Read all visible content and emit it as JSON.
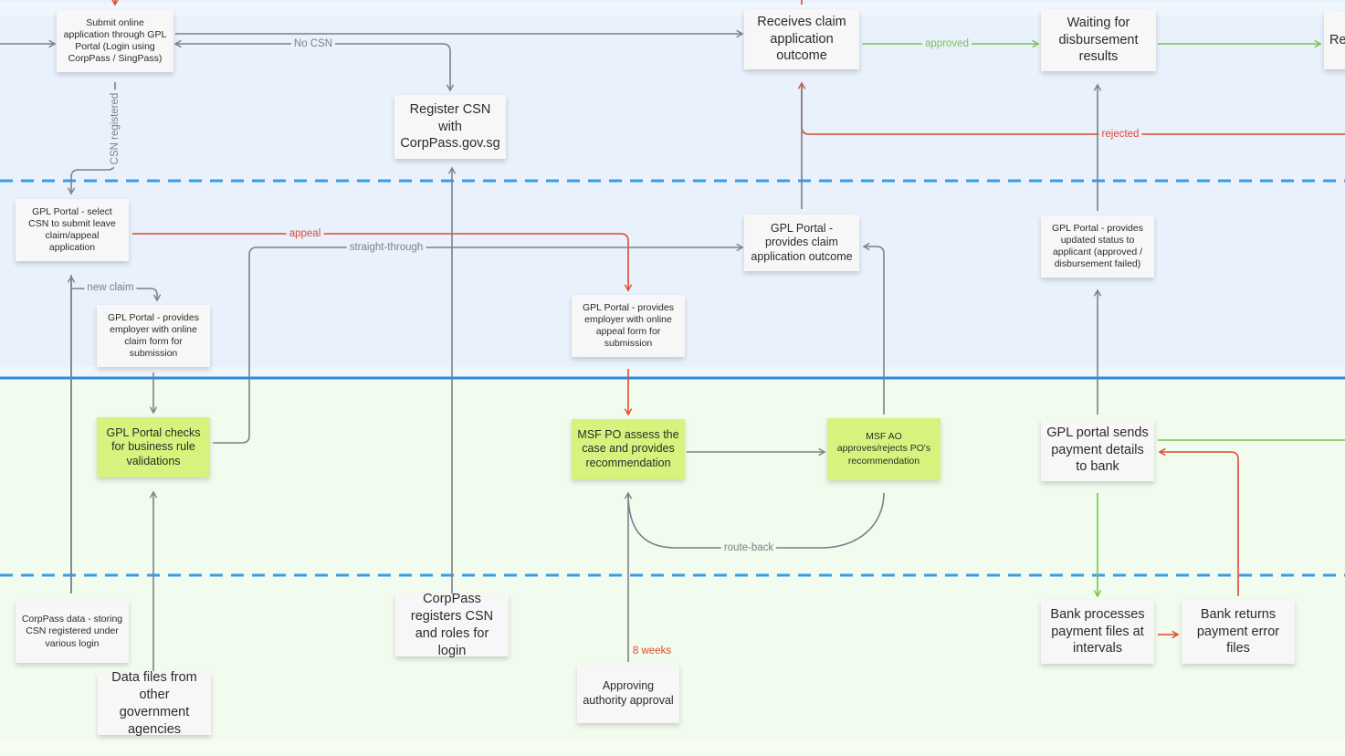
{
  "nodes": {
    "submit_online": "Submit online application through GPL Portal (Login using CorpPass / SingPass)",
    "register_csn": "Register CSN with CorpPass.gov.sg",
    "receives_outcome": "Receives claim application outcome",
    "waiting_disbursement": "Waiting for disbursement results",
    "edge_cut": "Re",
    "select_csn": "GPL Portal - select CSN to submit leave claim/appeal application",
    "provides_outcome": "GPL Portal - provides claim application outcome",
    "provides_status": "GPL Portal - provides updated status to applicant (approved / disbursement failed)",
    "claim_form": "GPL Portal - provides employer with online claim form for submission",
    "appeal_form": "GPL Portal - provides employer with online appeal form for submission",
    "business_rules": "GPL Portal checks for business rule validations",
    "po_assess": "MSF PO assess the case and provides recommendation",
    "ao_approves": "MSF AO approves/rejects PO's recommendation",
    "send_payment": "GPL portal sends payment details to bank",
    "corppass_data": "CorpPass data - storing CSN registered under various login",
    "data_files": "Data files from other government agencies",
    "corppass_registers": "CorpPass registers CSN and roles for login",
    "approving_authority": "Approving authority approval",
    "bank_processes": "Bank processes payment files at intervals",
    "bank_returns": "Bank returns payment error files"
  },
  "labels": {
    "no_csn": "No CSN",
    "approved": "approved",
    "rejected": "rejected",
    "csn_registered": "CSN registered",
    "appeal": "appeal",
    "straight_through": "straight-through",
    "new_claim": "new claim",
    "route_back": "route-back",
    "eight_weeks": "8 weeks"
  },
  "colors": {
    "lane_fill": "#e8f1fc",
    "lane_fill_bottom": "#f1fbee",
    "divider_dashed": "#3a9be8",
    "divider_solid": "#2d8ae0",
    "connector_gray": "#7c8188",
    "connector_red": "#e0492f",
    "connector_green": "#79c54a",
    "sticky_green": "#d6f47d",
    "card": "#f7f7f7"
  }
}
